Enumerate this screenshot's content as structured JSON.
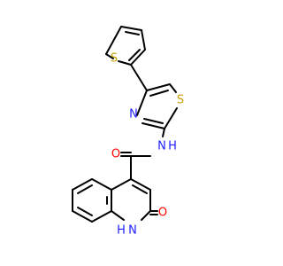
{
  "molecule": {
    "atoms": {
      "thiophene_s": {
        "label": "S",
        "color": "#c8a000"
      },
      "thiazole_s": {
        "label": "S",
        "color": "#c8a000"
      },
      "thiazole_n": {
        "label": "N",
        "color": "#2020ff"
      },
      "amide_nh": {
        "label": "N",
        "color": "#2020ff",
        "h_label": "H"
      },
      "carbonyl_o": {
        "label": "O",
        "color": "#ff0000"
      },
      "ring_nh": {
        "label": "N",
        "color": "#2020ff",
        "h_label": "H"
      },
      "keto_o": {
        "label": "O",
        "color": "#ff0000"
      }
    },
    "bond_color": "#000000"
  }
}
